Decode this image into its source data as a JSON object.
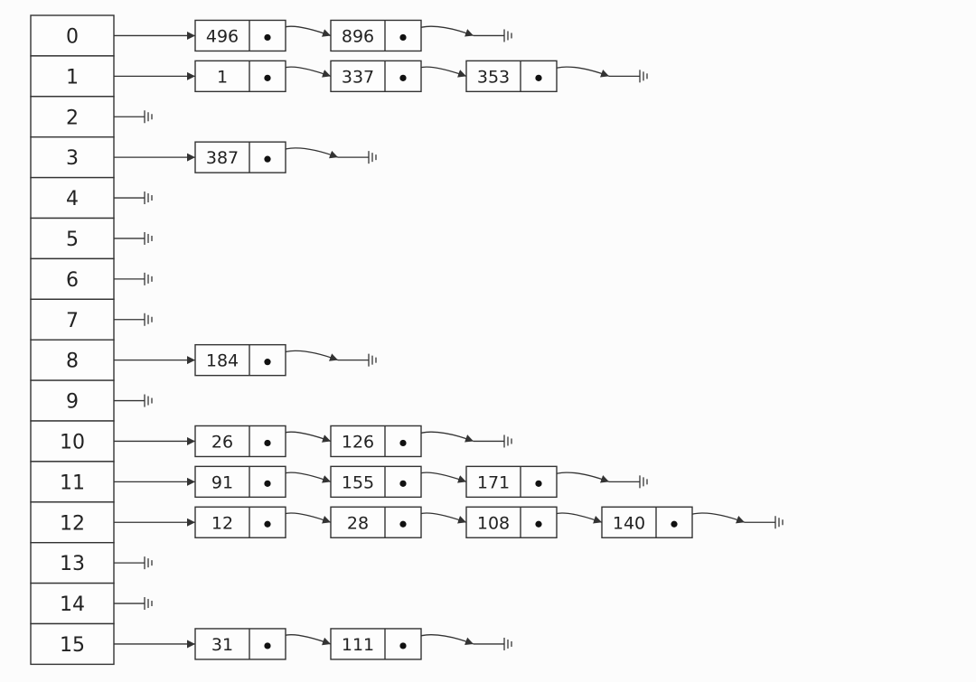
{
  "buckets": [
    {
      "index": "0",
      "nodes": [
        "496",
        "896"
      ]
    },
    {
      "index": "1",
      "nodes": [
        "1",
        "337",
        "353"
      ]
    },
    {
      "index": "2",
      "nodes": []
    },
    {
      "index": "3",
      "nodes": [
        "387"
      ]
    },
    {
      "index": "4",
      "nodes": []
    },
    {
      "index": "5",
      "nodes": []
    },
    {
      "index": "6",
      "nodes": []
    },
    {
      "index": "7",
      "nodes": []
    },
    {
      "index": "8",
      "nodes": [
        "184"
      ]
    },
    {
      "index": "9",
      "nodes": []
    },
    {
      "index": "10",
      "nodes": [
        "26",
        "126"
      ]
    },
    {
      "index": "11",
      "nodes": [
        "91",
        "155",
        "171"
      ]
    },
    {
      "index": "12",
      "nodes": [
        "12",
        "28",
        "108",
        "140"
      ]
    },
    {
      "index": "13",
      "nodes": []
    },
    {
      "index": "14",
      "nodes": []
    },
    {
      "index": "15",
      "nodes": [
        "31",
        "111"
      ]
    }
  ],
  "colors": {
    "stroke": "#333333",
    "text": "#222222",
    "background": "#fcfcfc"
  }
}
